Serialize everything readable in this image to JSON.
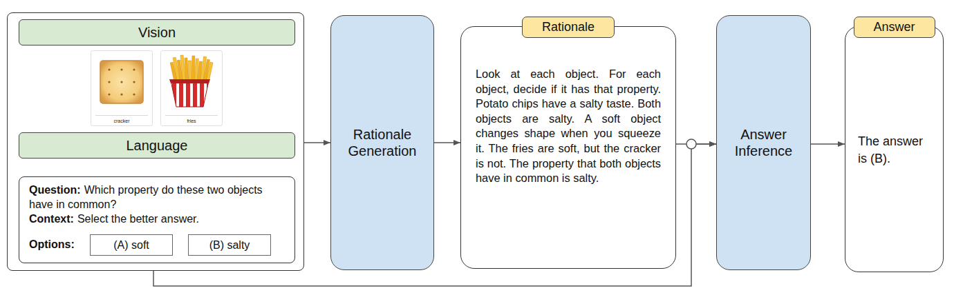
{
  "diagram": {
    "nodes": [
      {
        "text": []
      },
      {
        "text": [
          "Vision"
        ],
        "in": 0
      },
      {
        "text": [
          "cracker"
        ],
        "in": 0
      },
      {
        "text": [
          "fries"
        ],
        "in": 0
      },
      {
        "text": [
          "Language"
        ],
        "in": 0
      },
      {
        "text": [
          "Question:",
          "Which property do these two objects have in common?",
          "Context:",
          "Select the better answer.",
          "Options:"
        ],
        "in": 0
      },
      {
        "text": [
          "(A) soft"
        ],
        "in": 5
      },
      {
        "text": [
          "(B) salty"
        ],
        "in": 5
      },
      {
        "text": [
          "Rationale Generation"
        ]
      },
      {
        "text": [
          "Rationale",
          "Look at each object. For each object, decide if it has that property. Potato chips have a salty taste. Both objects are salty. A soft object changes shape when you squeeze it. The fries are soft, but the cracker is not. The property that both objects have in common is salty."
        ]
      },
      {
        "text": [
          "Answer Inference"
        ]
      },
      {
        "text": [
          "Answer",
          "The answer is (B)."
        ]
      }
    ],
    "edges": [
      {
        "from": 0,
        "to": 8,
        "arrow": "to"
      },
      {
        "from": 8,
        "to": 9,
        "arrow": "to"
      },
      {
        "from": 9,
        "to": 10,
        "arrow": "to"
      },
      {
        "from": 0,
        "to": 10,
        "arrow": "to"
      },
      {
        "from": 10,
        "to": 11,
        "arrow": "to"
      }
    ]
  }
}
